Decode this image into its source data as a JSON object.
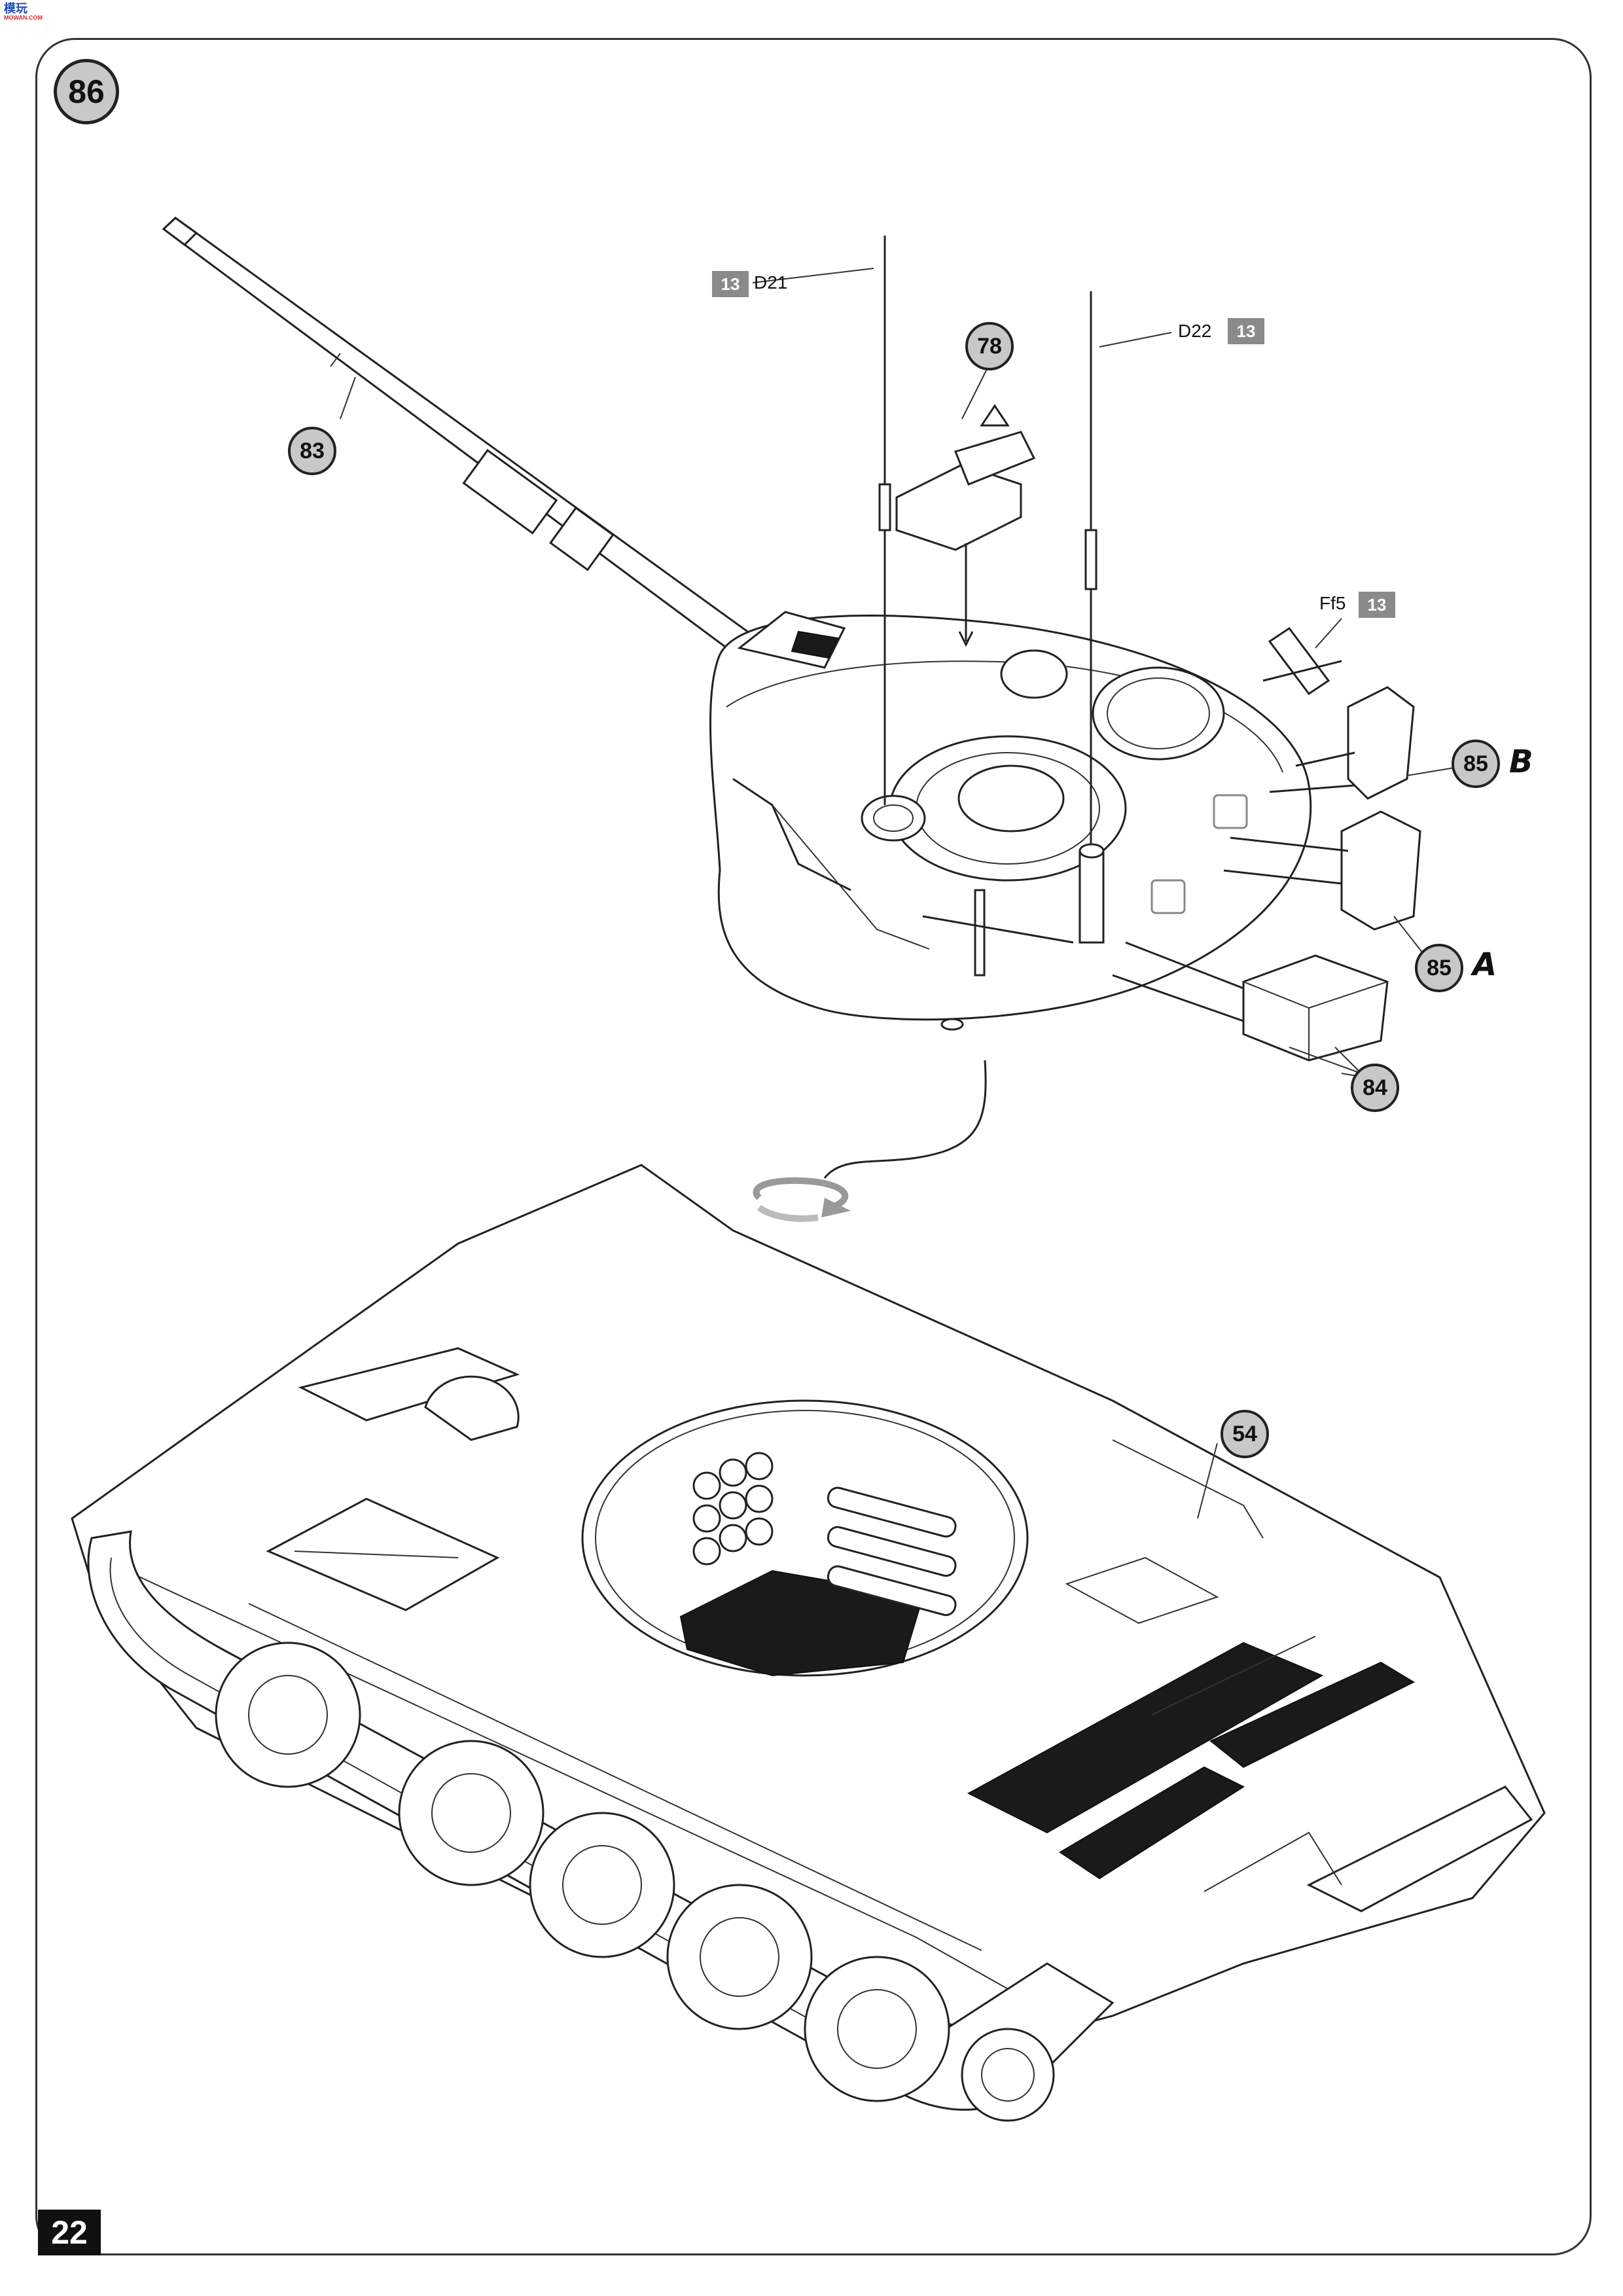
{
  "page": {
    "step_number": "86",
    "page_number": "22",
    "logo": {
      "main": "模玩",
      "sub": "MOWAN.COM"
    }
  },
  "callouts": {
    "c83": "83",
    "c78": "78",
    "c85b": "85",
    "c85b_suffix": "B",
    "c85a": "85",
    "c85a_suffix": "A",
    "c84": "84",
    "c54": "54"
  },
  "parts": {
    "d21": {
      "label": "D21",
      "sprue": "13"
    },
    "d22": {
      "label": "D22",
      "sprue": "13"
    },
    "ff5": {
      "label": "Ff5",
      "sprue": "13"
    }
  },
  "colors": {
    "callout_fill": "#c8c8c8",
    "sprue_fill": "#8a8a8a",
    "line": "#222222",
    "engine_grille": "#1a1a1a"
  }
}
